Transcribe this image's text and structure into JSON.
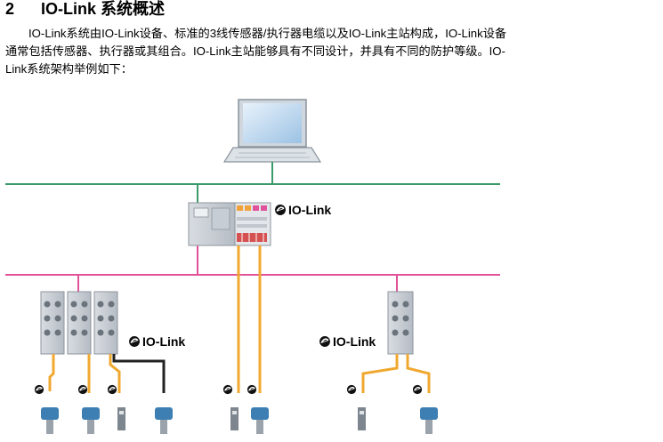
{
  "section": {
    "number": "2",
    "title": "IO-Link 系统概述"
  },
  "paragraph": {
    "line1": "IO-Link系统由IO-Link设备、标准的3线传感器/执行器电缆以及IO-Link主站构成，IO-Link设备",
    "line2": "通常包括传感器、执行器或其组合。IO-Link主站能够具有不同设计，并具有不同的防护等级。IO-",
    "line3": "Link系统架构举例如下："
  },
  "diagram": {
    "logo_text": "IO-Link",
    "colors": {
      "ethernet": "#3a9a6a",
      "fieldbus": "#e0529a",
      "iolink_cable": "#f0a830",
      "std_cable": "#222222",
      "device_blue": "#3d7fb3"
    }
  }
}
